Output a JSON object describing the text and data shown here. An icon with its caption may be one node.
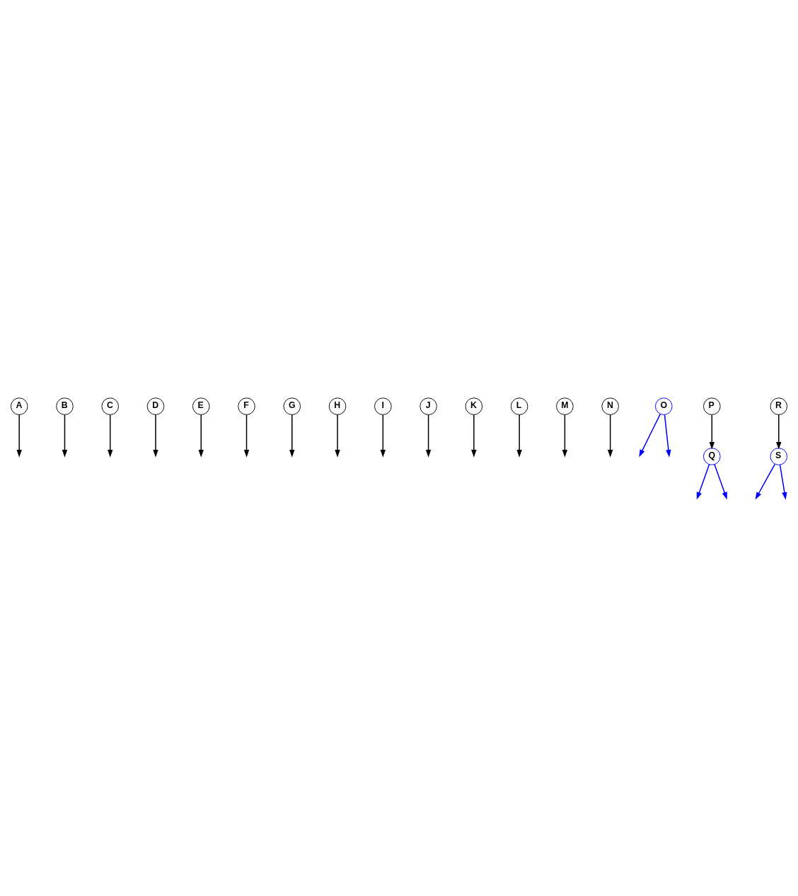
{
  "diagram": {
    "nodes": [
      {
        "text": [
          "A"
        ]
      },
      {
        "text": [
          "B"
        ]
      },
      {
        "text": [
          "C"
        ]
      },
      {
        "text": [
          "D"
        ]
      },
      {
        "text": [
          "E"
        ]
      },
      {
        "text": [
          "F"
        ]
      },
      {
        "text": [
          "G"
        ]
      },
      {
        "text": [
          "H"
        ]
      },
      {
        "text": [
          "I"
        ]
      },
      {
        "text": [
          "J"
        ]
      },
      {
        "text": [
          "K"
        ]
      },
      {
        "text": [
          "L"
        ]
      },
      {
        "text": [
          "M"
        ]
      },
      {
        "text": [
          "N"
        ]
      },
      {
        "text": [
          "O"
        ]
      },
      {
        "text": [
          "P"
        ]
      },
      {
        "text": [
          "Q"
        ]
      },
      {
        "text": [
          "R"
        ]
      },
      {
        "text": [
          "S"
        ]
      }
    ],
    "edges": [
      {
        "from": 15,
        "to": 16,
        "arrow": "to"
      },
      {
        "from": 16,
        "to": null,
        "arrow": "to",
        "color": "#0000ff"
      },
      {
        "from": 16,
        "to": null,
        "arrow": "to",
        "color": "#0000ff"
      },
      {
        "from": 17,
        "to": 18,
        "arrow": "to"
      },
      {
        "from": 18,
        "to": null,
        "arrow": "to",
        "color": "#0000ff"
      },
      {
        "from": 18,
        "to": null,
        "arrow": "to",
        "color": "#0000ff"
      },
      {
        "from": 0,
        "to": null,
        "arrow": "to"
      },
      {
        "from": 1,
        "to": null,
        "arrow": "to"
      },
      {
        "from": 2,
        "to": null,
        "arrow": "to"
      },
      {
        "from": 3,
        "to": null,
        "arrow": "to"
      },
      {
        "from": 4,
        "to": null,
        "arrow": "to"
      },
      {
        "from": 5,
        "to": null,
        "arrow": "to"
      },
      {
        "from": 6,
        "to": null,
        "arrow": "to"
      },
      {
        "from": 7,
        "to": null,
        "arrow": "to"
      },
      {
        "from": 8,
        "to": null,
        "arrow": "to"
      },
      {
        "from": 9,
        "to": null,
        "arrow": "to"
      },
      {
        "from": 10,
        "to": null,
        "arrow": "to"
      },
      {
        "from": 11,
        "to": null,
        "arrow": "to"
      },
      {
        "from": 12,
        "to": null,
        "arrow": "to"
      },
      {
        "from": 13,
        "to": null,
        "arrow": "to"
      },
      {
        "from": 14,
        "to": null,
        "arrow": "to",
        "color": "#0000ff"
      },
      {
        "from": 14,
        "to": null,
        "arrow": "to",
        "color": "#0000ff"
      }
    ]
  }
}
